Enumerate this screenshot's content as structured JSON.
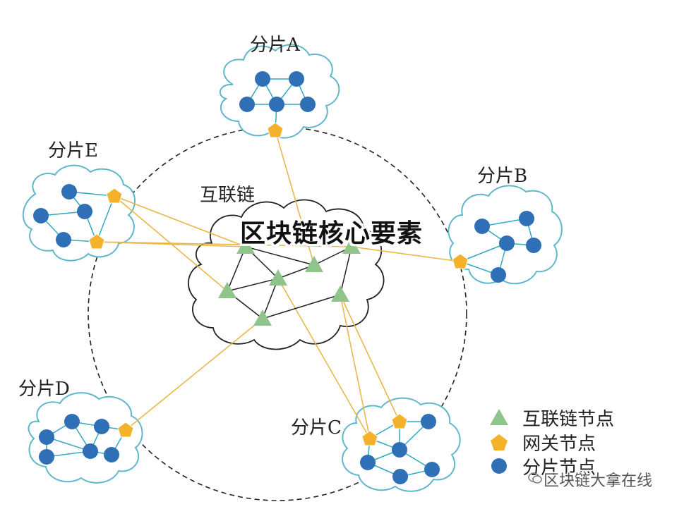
{
  "overlay_title": "区块链核心要素",
  "watermark": "区块链大拿在线",
  "labels": {
    "shard_a": "分片A",
    "shard_b": "分片B",
    "shard_c": "分片C",
    "shard_d": "分片D",
    "shard_e": "分片E",
    "interchain": "互联链"
  },
  "legend": [
    {
      "label": "互联链节点",
      "shape": "triangle",
      "color": "#8fc48a"
    },
    {
      "label": "网关节点",
      "shape": "pentagon",
      "color": "#f5b12a"
    },
    {
      "label": "分片节点",
      "shape": "circle",
      "color": "#2e6fb6"
    }
  ],
  "colors": {
    "shard_node": "#2e6fb6",
    "gateway": "#f5b12a",
    "interchain_node": "#8fc48a",
    "cloud_outline": "#5fb8c9",
    "shard_edge": "#2fa9c4",
    "gateway_link": "#e8b84a"
  }
}
